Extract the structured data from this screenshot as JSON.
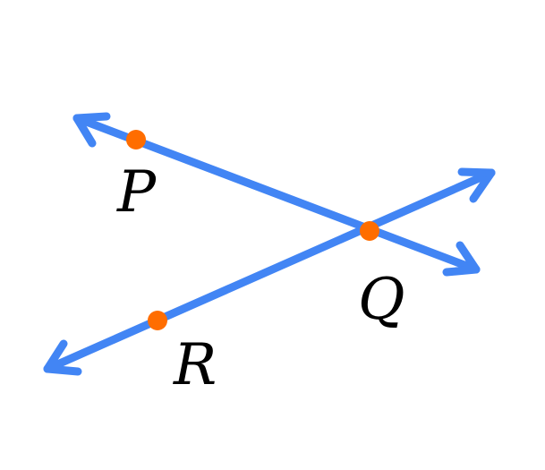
{
  "colors": {
    "line": "#4285f4",
    "point": "#ff6d00",
    "label": "#000000",
    "background": "#ffffff"
  },
  "points": {
    "P": {
      "label": "P"
    },
    "Q": {
      "label": "Q"
    },
    "R": {
      "label": "R"
    }
  },
  "lines": [
    {
      "name": "line-PQ",
      "through": [
        "P",
        "Q"
      ]
    },
    {
      "name": "line-RQ",
      "through": [
        "R",
        "Q"
      ]
    }
  ]
}
